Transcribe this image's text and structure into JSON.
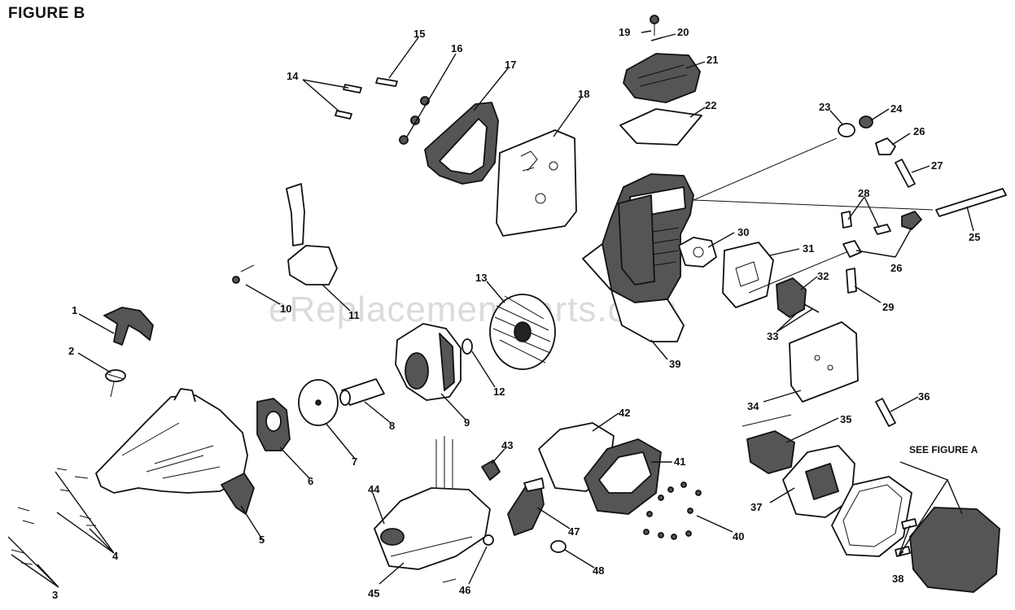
{
  "figure": {
    "title": "FIGURE B",
    "note": "SEE FIGURE A",
    "watermark": "eReplacementParts.com"
  },
  "callouts": [
    "1",
    "2",
    "3",
    "4",
    "5",
    "6",
    "7",
    "8",
    "9",
    "10",
    "11",
    "12",
    "13",
    "14",
    "15",
    "16",
    "17",
    "18",
    "19",
    "20",
    "21",
    "22",
    "23",
    "24",
    "25",
    "26",
    "26",
    "27",
    "28",
    "29",
    "30",
    "31",
    "32",
    "33",
    "34",
    "35",
    "36",
    "37",
    "38",
    "39",
    "40",
    "41",
    "42",
    "43",
    "44",
    "45",
    "46",
    "47",
    "48",
    "48"
  ]
}
